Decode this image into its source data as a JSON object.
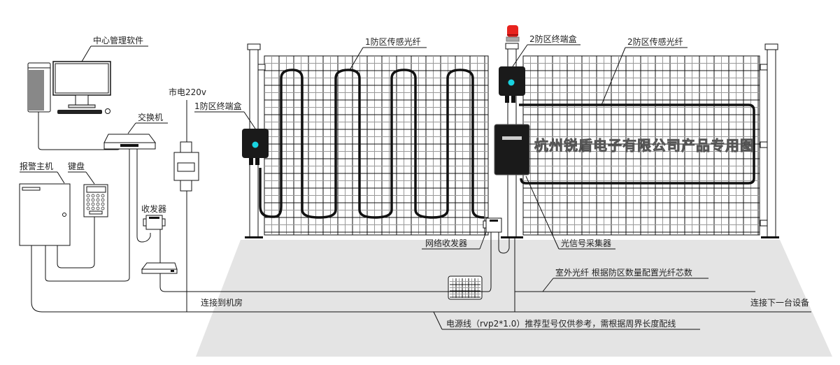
{
  "title": "光纤振动周界防范系统示意图",
  "labels": {
    "central_software": "中心管理软件",
    "switch": "交换机",
    "alarm_host": "报警主机",
    "keypad": "键盘",
    "transceiver": "收发器",
    "mains_power": "市电220v",
    "zone1_terminal_box": "1防区终端盒",
    "zone1_sensing_fiber": "1防区传感光纤",
    "zone2_terminal_box": "2防区终端盒",
    "zone2_sensing_fiber": "2防区传感光纤",
    "network_transceiver": "网络收发器",
    "optical_signal_collector": "光信号采集器",
    "outdoor_fiber": "室外光纤  根据防区数量配置光纤芯数",
    "connect_to_room": "连接到机房",
    "connect_next_device": "连接下一台设备",
    "power_cable": "电源线（rvp2*1.0）推荐型号仅供参考，需根据周界长度配线"
  },
  "watermark": "杭州锐盾电子有限公司产品专用图",
  "colors": {
    "line": "#111111",
    "ground": "#e4e4e4",
    "alarm_light": "#e8231e",
    "indicator": "#19d3e0",
    "device_dark": "#1a1a1a"
  }
}
